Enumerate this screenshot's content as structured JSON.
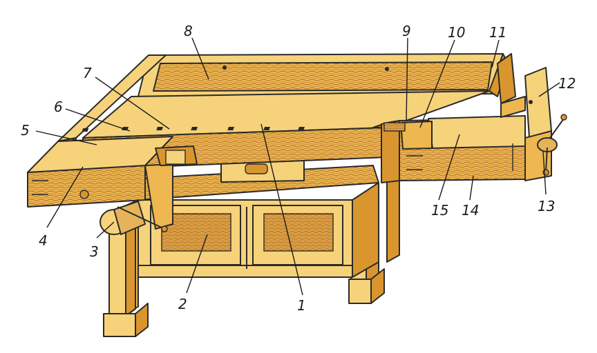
{
  "colors": {
    "wood_light": "#f6d27a",
    "wood_mid": "#eeb74f",
    "wood_dark": "#d9962e",
    "grain": "#a86a2c",
    "outline": "#2a2a2a",
    "metal": "#e6b35a"
  },
  "callouts": [
    {
      "id": "1",
      "label": "1"
    },
    {
      "id": "2",
      "label": "2"
    },
    {
      "id": "3",
      "label": "3"
    },
    {
      "id": "4",
      "label": "4"
    },
    {
      "id": "5",
      "label": "5"
    },
    {
      "id": "6",
      "label": "6"
    },
    {
      "id": "7",
      "label": "7"
    },
    {
      "id": "8",
      "label": "8"
    },
    {
      "id": "9",
      "label": "9"
    },
    {
      "id": "10",
      "label": "10"
    },
    {
      "id": "11",
      "label": "11"
    },
    {
      "id": "12",
      "label": "12"
    },
    {
      "id": "13",
      "label": "13"
    },
    {
      "id": "14",
      "label": "14"
    },
    {
      "id": "15",
      "label": "15"
    }
  ]
}
